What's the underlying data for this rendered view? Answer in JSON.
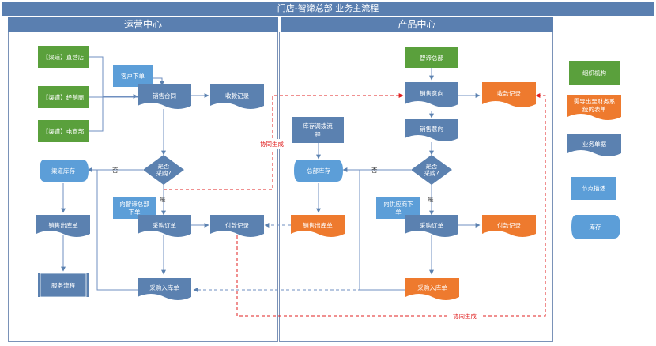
{
  "title": "门店-智谛总部 业务主流程",
  "lanes": {
    "ops": "运营中心",
    "product": "产品中心"
  },
  "nodes": {
    "channel_direct": "【渠道】直营店",
    "channel_dealer": "【渠道】经销商",
    "channel_ecom": "【渠道】电商部",
    "customer_order": "客户下单",
    "sales_contract": "销售合同",
    "ops_receipt": "收款记录",
    "ops_decision": "是否\n采购?",
    "channel_stock": "渠道库存",
    "order_to_hq": "向智谛总部\n下单",
    "ops_purchase_order": "采购订单",
    "ops_payment": "付款记录",
    "sales_outbound": "销售出库单",
    "service_flow": "服务流程",
    "ops_purchase_inbound": "采购入库单",
    "hq": "智谛总部",
    "sales_intent_1": "销售意向",
    "prod_receipt": "收款记录",
    "sales_intent_2": "销售意向",
    "stock_transfer": "库存调拨流\n程",
    "hq_stock": "总部库存",
    "prod_decision": "是否\n采购?",
    "order_to_supplier": "向供应商下\n单",
    "prod_sales_outbound": "销售出库单",
    "prod_purchase_order": "采购订单",
    "prod_payment": "付款记录",
    "prod_purchase_inbound": "采购入库单"
  },
  "edge_labels": {
    "no_1": "否",
    "yes_1": "是",
    "no_2": "否",
    "yes_2": "是"
  },
  "sync_labels": {
    "top": "协同生成",
    "bottom": "协同生成"
  },
  "legend": {
    "org": "组织机构",
    "finance_doc": "需导出至财务系\n统的表单",
    "business_doc": "业务单据",
    "node_desc": "节点描述",
    "stock": "库存"
  },
  "colors": {
    "green": "#5aa03c",
    "blue": "#5b81b0",
    "orange": "#ee7a2e",
    "light_blue": "#5c9ed8",
    "red": "#e02020"
  }
}
